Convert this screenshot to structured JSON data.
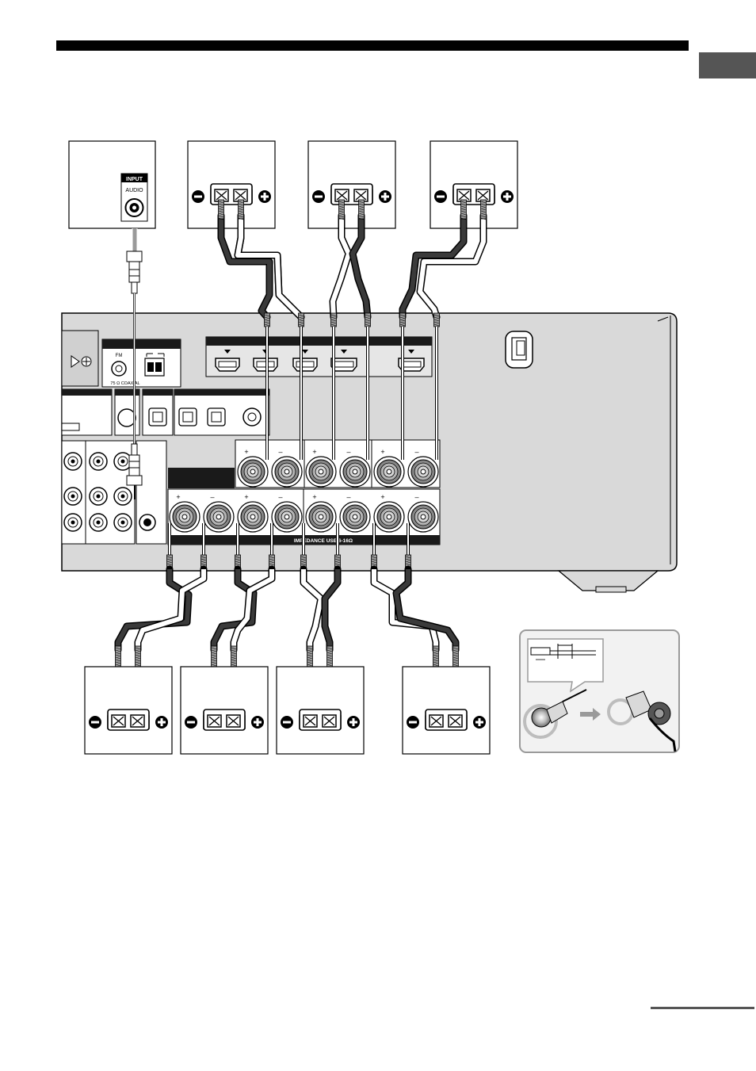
{
  "subwoofer_box": {
    "input_label": "INPUT",
    "audio_label": "AUDIO"
  },
  "receiver": {
    "fm_label": "FM",
    "coaxial_label": "75 Ω COAXIAL",
    "impedance_label": "IMPEDANCE USE 6-16Ω",
    "upper_terminal_signs": [
      "+",
      "–",
      "+",
      "–",
      "+",
      "–"
    ],
    "lower_terminal_signs": [
      "+",
      "–",
      "+",
      "–",
      "+",
      "–",
      "+",
      "–"
    ]
  },
  "speaker_polarity": {
    "negative": "−",
    "positive": "+"
  },
  "colors": {
    "panel": "#d9d9d9",
    "dark_bar": "#1a1a1a",
    "wire_dark": "#3a3a3a",
    "wire_light": "#ffffff",
    "inset_border": "#9a9a9a"
  }
}
